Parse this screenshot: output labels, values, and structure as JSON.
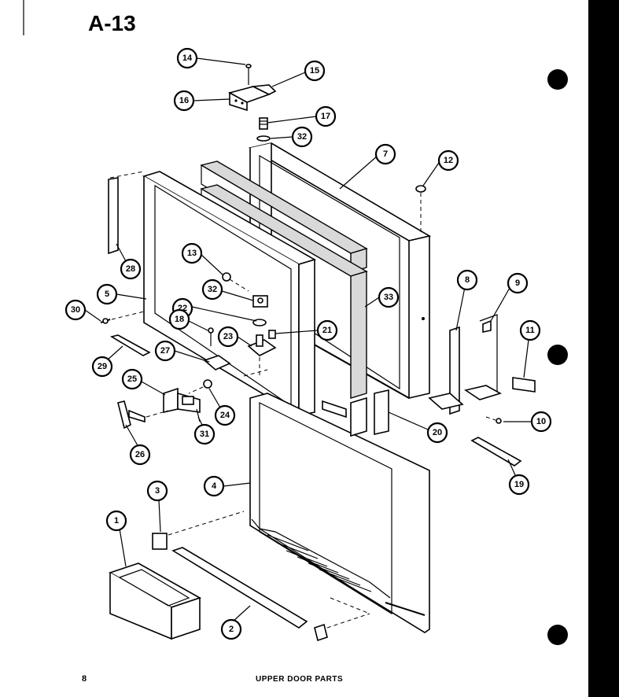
{
  "page": {
    "title": "A-13",
    "page_number": "8",
    "caption": "UPPER DOOR PARTS"
  },
  "callouts": [
    "14",
    "15",
    "16",
    "17",
    "32",
    "7",
    "12",
    "28",
    "13",
    "32",
    "22",
    "5",
    "30",
    "18",
    "21",
    "33",
    "8",
    "9",
    "11",
    "23",
    "27",
    "29",
    "25",
    "24",
    "26",
    "31",
    "10",
    "20",
    "4",
    "3",
    "1",
    "2",
    "19"
  ],
  "colors": {
    "ink": "#000000",
    "paper": "#ffffff",
    "foam": "#d9d9d9"
  }
}
